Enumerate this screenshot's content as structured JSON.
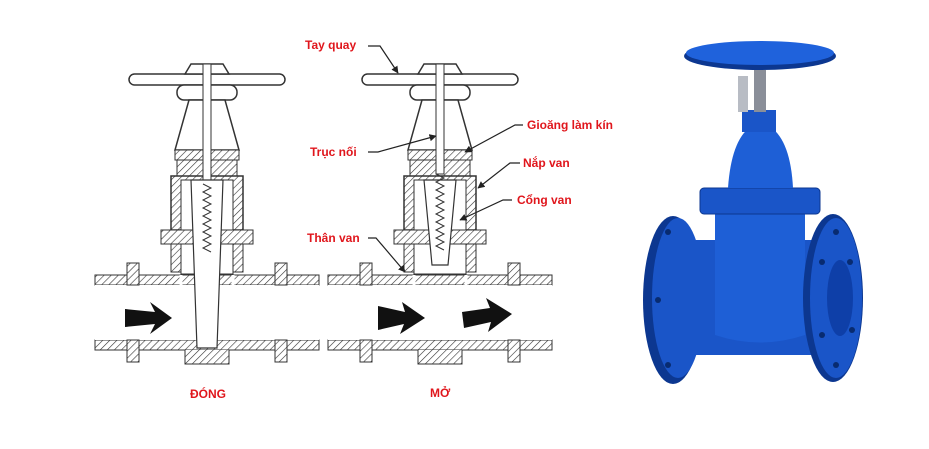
{
  "labels": {
    "handwheel": "Tay quay",
    "stem": "Trục nối",
    "seal": "Gioăng làm kín",
    "bonnet": "Nắp van",
    "gate": "Cổng van",
    "body": "Thân van",
    "closed": "ĐÓNG",
    "open": "MỞ"
  },
  "colors": {
    "label": "#e0161c",
    "valve_blue": "#1a55c8",
    "valve_dark": "#0c3790"
  }
}
